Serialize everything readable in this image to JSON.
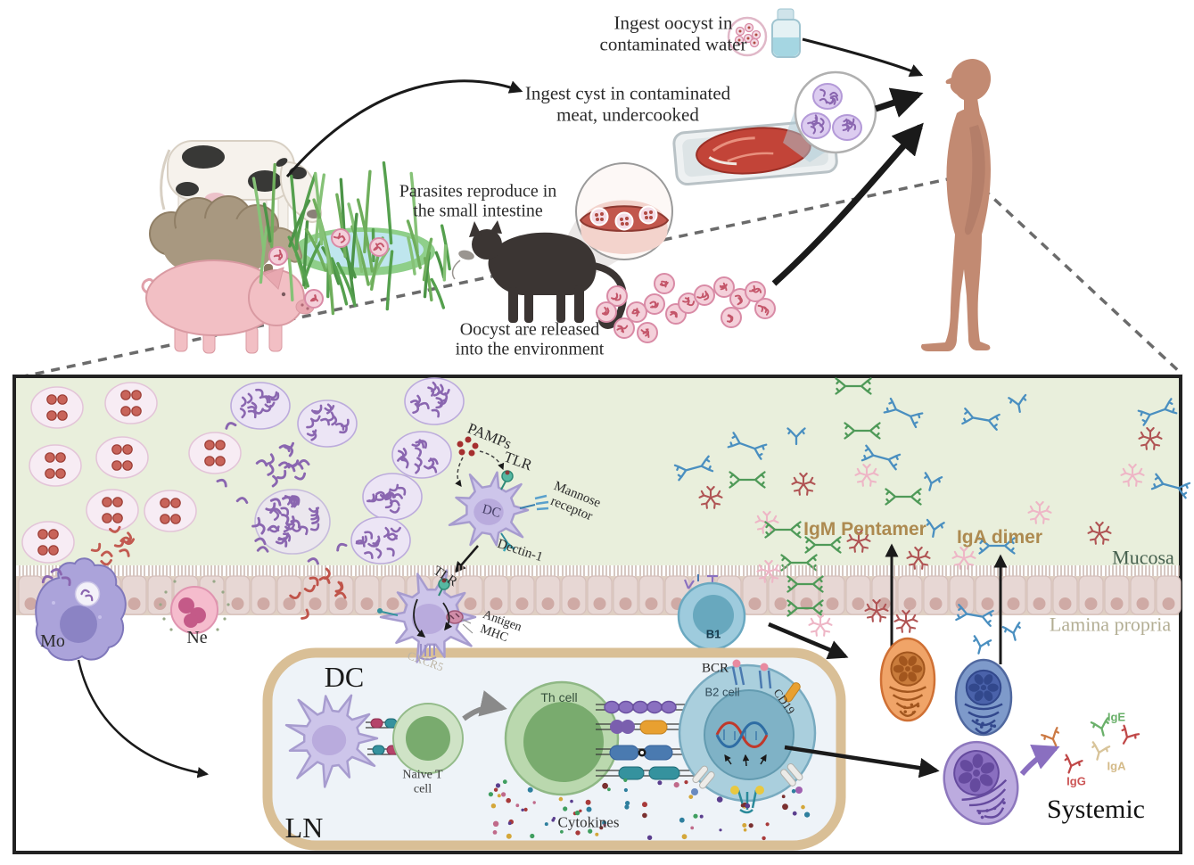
{
  "palette": {
    "panel_border": "#222222",
    "mucosa_bg": "#e9efdc",
    "epithelium_cell": "#e7d7d4",
    "epithelium_nucleus": "#cfaaa5",
    "brush_border": "#c0aba1",
    "epithelium_gap": "#dfcfc3",
    "oocyst_fill": "#f7ecf4",
    "oocyst_stroke": "#e3c4d8",
    "sporozoite_red": "#c8645a",
    "cyst_fill": "#ece5f5",
    "cyst_stroke": "#bcabdc",
    "bradyzoite_purple": "#8a66b0",
    "tachyzoite_red": "#c0544a",
    "dc_fill": "#cdc5ea",
    "dc_stroke": "#a79ccf",
    "dc_nucleus": "#b9abdd",
    "mo_fill": "#aba3da",
    "ne_fill": "#f5bccd",
    "ne_nucleus": "#c45a88",
    "b_cell_fill": "#9ecbdd",
    "b_cell_stroke": "#6aa8c0",
    "t_outer": "#cfe3c6",
    "t_inner": "#79ab6e",
    "ln_border": "#d9bf96",
    "ln_fill": "#eef3f8",
    "plasma_orange": "#f0a468",
    "plasma_blue": "#7e9aca",
    "plasma_purple": "#bcabdf",
    "ab_green": "#4f9a58",
    "ab_blue": "#4a8fc0",
    "ab_red": "#b05454",
    "ab_pink": "#eeb6c6",
    "ig_label": "#ad8a50",
    "mucosa_label": "#46604e",
    "lamina_label": "#b3ae94",
    "ige_green": "#6ab06a",
    "iga_tan": "#d4ba88",
    "igg_red": "#cc5555",
    "cytokine_colors": [
      "#a83a3a",
      "#2e7f9e",
      "#d4a73a",
      "#5a3e8e",
      "#3f9e5f",
      "#c06a8a",
      "#7a3030"
    ]
  },
  "labels": {
    "ingest_oocyst_line1": "Ingest oocyst in",
    "ingest_oocyst_line2": "contaminated water",
    "ingest_cyst_line1": "Ingest cyst in contaminated",
    "ingest_cyst_line2": "meat, undercooked",
    "parasites_line1": "Parasites reproduce in",
    "parasites_line2": "the small intestine",
    "oocyst_released_line1": "Oocyst are released",
    "oocyst_released_line2": "into the environment",
    "pamps": "PAMPs",
    "tlr_mucosa": "TLR",
    "mannose_line1": "Mannose",
    "mannose_line2": "receptor",
    "dectin1": "Dectin-1",
    "tlr_epithelium": "TLR",
    "antigen": "Antigen",
    "mhc": "MHC",
    "cxcr5": "CXCR5",
    "dc_mucosa": "DC",
    "mo": "Mo",
    "ne": "Ne",
    "b1": "B1",
    "igm_pentamer": "IgM Pentamer",
    "iga_dimer": "IgA dimer",
    "mucosa": "Mucosa",
    "lamina_propria": "Lamina propria",
    "dc": "DC",
    "ln": "LN",
    "naive_t_line1": "Naive T",
    "naive_t_line2": "cell",
    "th_cell": "Th cell",
    "cytokines": "Cytokines",
    "bcr": "BCR",
    "b2_cell": "B2 cell",
    "cd19": "CD19",
    "ige": "IgE",
    "iga": "IgA",
    "igg": "IgG",
    "systemic": "Systemic"
  }
}
